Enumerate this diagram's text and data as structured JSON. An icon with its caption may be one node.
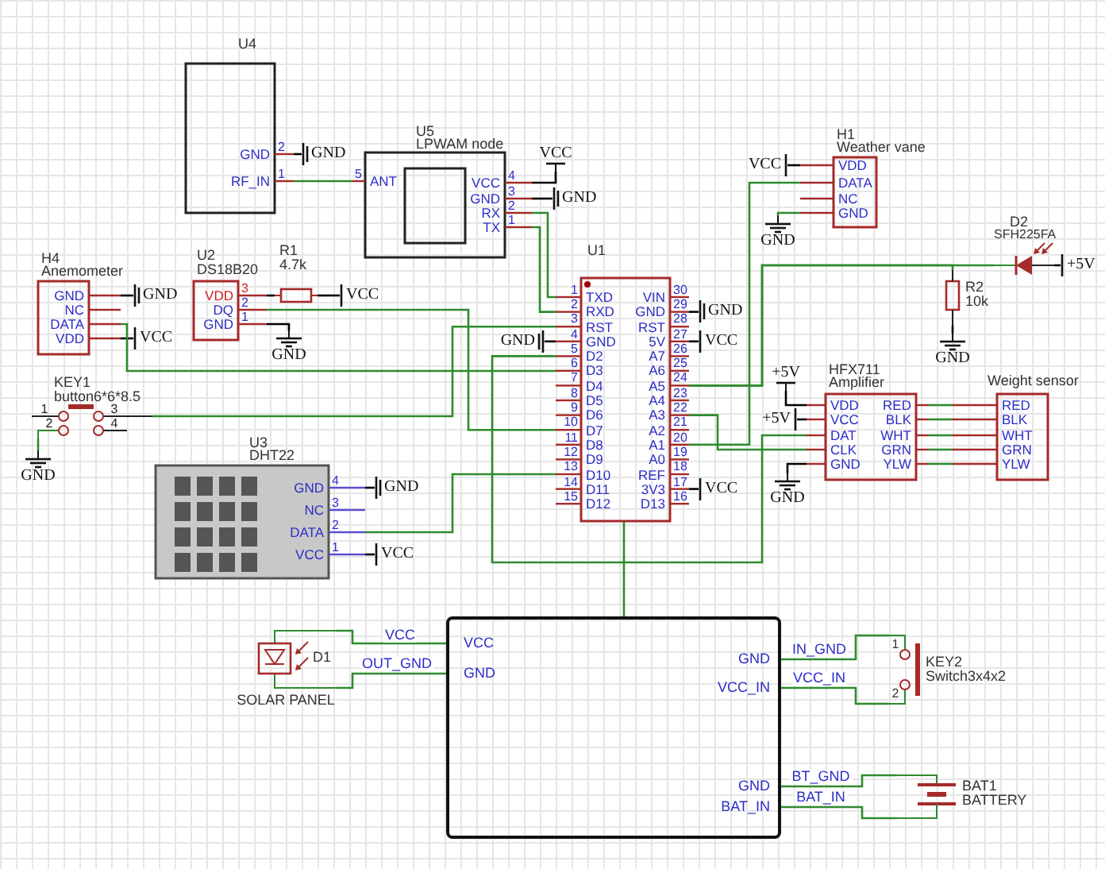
{
  "diagram": {
    "nodes": [
      {
        "text": [
          "U4",
          "GND",
          "2",
          "RF_IN",
          "1"
        ]
      },
      {
        "text": [
          "U5",
          "LPWAM node",
          "ANT",
          "5",
          "VCC",
          "4",
          "GND",
          "3",
          "RX",
          "2",
          "TX",
          "1"
        ]
      },
      {
        "text": [
          "H4",
          "Anemometer",
          "GND",
          "NC",
          "DATA",
          "VDD"
        ]
      },
      {
        "text": [
          "U2",
          "DS18B20",
          "VDD",
          "3",
          "DQ",
          "2",
          "GND",
          "1"
        ]
      },
      {
        "text": [
          "R1",
          "4.7k"
        ]
      },
      {
        "text": [
          "KEY1",
          "button6*6*8.5",
          "1",
          "2",
          "3",
          "4"
        ]
      },
      {
        "text": [
          "U3",
          "DHT22",
          "GND",
          "4",
          "NC",
          "3",
          "DATA",
          "2",
          "VCC",
          "1"
        ]
      },
      {
        "text": [
          "U1",
          "TXD",
          "1",
          "RXD",
          "2",
          "RST",
          "3",
          "GND",
          "4",
          "D2",
          "5",
          "D3",
          "6",
          "D4",
          "7",
          "D5",
          "8",
          "D6",
          "9",
          "D7",
          "10",
          "D8",
          "11",
          "D9",
          "12",
          "D10",
          "13",
          "D11",
          "14",
          "D12",
          "15",
          "VIN",
          "30",
          "GND",
          "29",
          "RST",
          "28",
          "5V",
          "27",
          "A7",
          "26",
          "A6",
          "25",
          "A5",
          "24",
          "A4",
          "23",
          "A3",
          "22",
          "A2",
          "21",
          "A1",
          "20",
          "A0",
          "19",
          "REF",
          "18",
          "3V3",
          "17",
          "D13",
          "16"
        ]
      },
      {
        "text": [
          "H1",
          "Weather vane",
          "VDD",
          "DATA",
          "NC",
          "GND"
        ]
      },
      {
        "text": [
          "D2",
          "SFH225FA"
        ]
      },
      {
        "text": [
          "R2",
          "10k"
        ]
      },
      {
        "text": [
          "HFX711",
          "Amplifier",
          "VDD",
          "VCC",
          "DAT",
          "CLK",
          "GND",
          "RED",
          "BLK",
          "WHT",
          "GRN",
          "YLW"
        ]
      },
      {
        "text": [
          "Weight sensor",
          "RED",
          "BLK",
          "WHT",
          "GRN",
          "YLW"
        ]
      },
      {
        "text": [
          "D1",
          "SOLAR PANEL"
        ]
      },
      {
        "text": [
          "VCC",
          "GND",
          "GND",
          "VCC_IN",
          "GND",
          "BAT_IN"
        ]
      },
      {
        "text": [
          "KEY2",
          "Switch3x4x2",
          "1",
          "2"
        ]
      },
      {
        "text": [
          "BAT1",
          "BATTERY"
        ]
      },
      {
        "text": [
          "GND"
        ]
      },
      {
        "text": [
          "VCC"
        ]
      },
      {
        "text": [
          "GND"
        ]
      },
      {
        "text": [
          "GND"
        ]
      },
      {
        "text": [
          "VCC"
        ]
      },
      {
        "text": [
          "VCC"
        ]
      },
      {
        "text": [
          "GND"
        ]
      },
      {
        "text": [
          "GND"
        ]
      },
      {
        "text": [
          "GND"
        ]
      },
      {
        "text": [
          "VCC"
        ]
      },
      {
        "text": [
          "VCC"
        ]
      },
      {
        "text": [
          "VCC"
        ]
      },
      {
        "text": [
          "GND"
        ]
      },
      {
        "text": [
          "+5V"
        ]
      },
      {
        "text": [
          "GND"
        ]
      },
      {
        "text": [
          "+5V"
        ]
      },
      {
        "text": [
          "+5V"
        ]
      },
      {
        "text": [
          "GND"
        ]
      },
      {
        "text": [
          "GND"
        ]
      },
      {
        "text": [
          "GND"
        ]
      },
      {
        "text": [
          "VCC"
        ]
      }
    ],
    "edges": [
      {
        "from": 0,
        "to": 1,
        "arrow": "none"
      },
      {
        "from": 0,
        "to": 17,
        "arrow": "none",
        "color": "#000000"
      },
      {
        "from": 1,
        "to": 18,
        "arrow": "none",
        "color": "#000000"
      },
      {
        "from": 1,
        "to": 19,
        "arrow": "none",
        "color": "#000000"
      },
      {
        "from": 1,
        "to": 7,
        "arrow": "none"
      },
      {
        "from": 1,
        "to": 7,
        "arrow": "none"
      },
      {
        "from": 2,
        "to": 20,
        "arrow": "none",
        "color": "#000000"
      },
      {
        "from": 2,
        "to": 21,
        "arrow": "none",
        "color": "#000000"
      },
      {
        "from": 2,
        "to": 7,
        "arrow": "none"
      },
      {
        "from": 3,
        "to": 4,
        "arrow": "none",
        "color": "#000000"
      },
      {
        "from": 4,
        "to": 22,
        "arrow": "none",
        "color": "#000000"
      },
      {
        "from": 3,
        "to": 23,
        "arrow": "none",
        "color": "#000000"
      },
      {
        "from": 3,
        "to": 7,
        "arrow": "none"
      },
      {
        "from": 5,
        "to": 35,
        "arrow": "none"
      },
      {
        "from": 5,
        "to": 7,
        "arrow": "none"
      },
      {
        "from": 6,
        "to": 36,
        "arrow": "none",
        "color": "#000000"
      },
      {
        "from": 6,
        "to": 37,
        "arrow": "none",
        "color": "#000000"
      },
      {
        "from": 6,
        "to": 7,
        "arrow": "none"
      },
      {
        "from": 7,
        "to": 24,
        "arrow": "none",
        "color": "#000000"
      },
      {
        "from": 7,
        "to": 25,
        "arrow": "none",
        "color": "#000000"
      },
      {
        "from": 7,
        "to": 26,
        "arrow": "none",
        "color": "#000000"
      },
      {
        "from": 7,
        "to": 27,
        "arrow": "none",
        "color": "#000000"
      },
      {
        "from": 7,
        "to": 10,
        "arrow": "none"
      },
      {
        "from": 7,
        "to": 9,
        "arrow": "none"
      },
      {
        "from": 7,
        "to": 8,
        "arrow": "none"
      },
      {
        "from": 7,
        "to": 11,
        "arrow": "none"
      },
      {
        "from": 7,
        "to": 11,
        "arrow": "none"
      },
      {
        "from": 7,
        "to": 14,
        "arrow": "none"
      },
      {
        "from": 8,
        "to": 28,
        "arrow": "none",
        "color": "#000000"
      },
      {
        "from": 8,
        "to": 29,
        "arrow": "none"
      },
      {
        "from": 9,
        "to": 30,
        "arrow": "none",
        "color": "#000000"
      },
      {
        "from": 10,
        "to": 31,
        "arrow": "none",
        "color": "#000000"
      },
      {
        "from": 11,
        "to": 32,
        "arrow": "none",
        "color": "#000000"
      },
      {
        "from": 11,
        "to": 33,
        "arrow": "none",
        "color": "#000000"
      },
      {
        "from": 11,
        "to": 34,
        "arrow": "none",
        "color": "#000000"
      },
      {
        "from": 11,
        "to": 12,
        "arrow": "none"
      },
      {
        "from": 11,
        "to": 12,
        "arrow": "none"
      },
      {
        "from": 11,
        "to": 12,
        "arrow": "none"
      },
      {
        "from": 11,
        "to": 12,
        "arrow": "none"
      },
      {
        "from": 11,
        "to": 12,
        "arrow": "none"
      },
      {
        "from": 13,
        "to": 14,
        "arrow": "none",
        "label": "VCC"
      },
      {
        "from": 13,
        "to": 14,
        "arrow": "none",
        "label": "OUT_GND"
      },
      {
        "from": 14,
        "to": 15,
        "arrow": "none",
        "label": "IN_GND"
      },
      {
        "from": 14,
        "to": 15,
        "arrow": "none",
        "label": "VCC_IN"
      },
      {
        "from": 14,
        "to": 16,
        "arrow": "none",
        "label": "BT_GND"
      },
      {
        "from": 14,
        "to": 16,
        "arrow": "none",
        "label": "BAT_IN"
      }
    ]
  }
}
